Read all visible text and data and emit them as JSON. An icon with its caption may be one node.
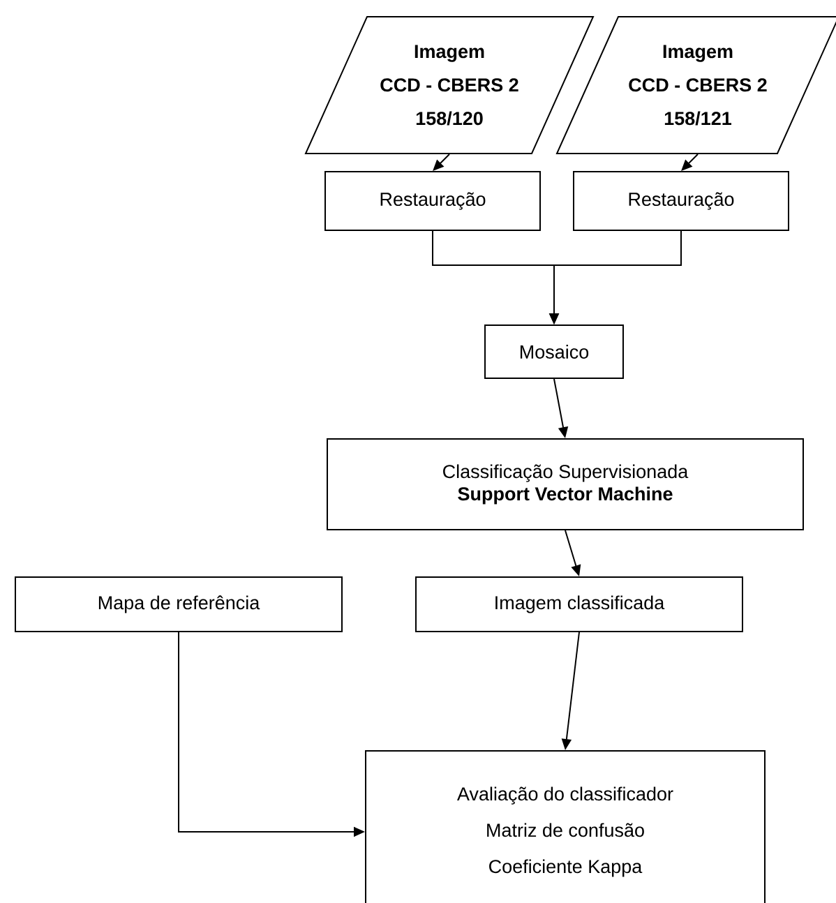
{
  "diagram": {
    "nodes": [
      {
        "text": [
          "Imagem",
          "CCD - CBERS 2",
          "158/120"
        ]
      },
      {
        "text": [
          "Imagem",
          "CCD - CBERS 2",
          "158/121"
        ]
      },
      {
        "text": [
          "Restauração"
        ]
      },
      {
        "text": [
          "Restauração"
        ]
      },
      {
        "text": [
          "Mosaico"
        ]
      },
      {
        "text": [
          "Classificação Supervisionada",
          "Support Vector Machine"
        ]
      },
      {
        "text": [
          "Mapa de referência"
        ]
      },
      {
        "text": [
          "Imagem classificada"
        ]
      },
      {
        "text": [
          "Avaliação do classificador",
          "Matriz de confusão",
          "Coeficiente Kappa"
        ]
      }
    ],
    "edges": [
      {
        "from": 0,
        "to": 2,
        "arrow": "to"
      },
      {
        "from": 1,
        "to": 3,
        "arrow": "to"
      },
      {
        "from": 2,
        "to": 4,
        "arrow": "to"
      },
      {
        "from": 3,
        "to": 4,
        "arrow": "to"
      },
      {
        "from": 4,
        "to": 5,
        "arrow": "to"
      },
      {
        "from": 5,
        "to": 7,
        "arrow": "to"
      },
      {
        "from": 7,
        "to": 8,
        "arrow": "to"
      },
      {
        "from": 6,
        "to": 8,
        "arrow": "to"
      }
    ]
  }
}
